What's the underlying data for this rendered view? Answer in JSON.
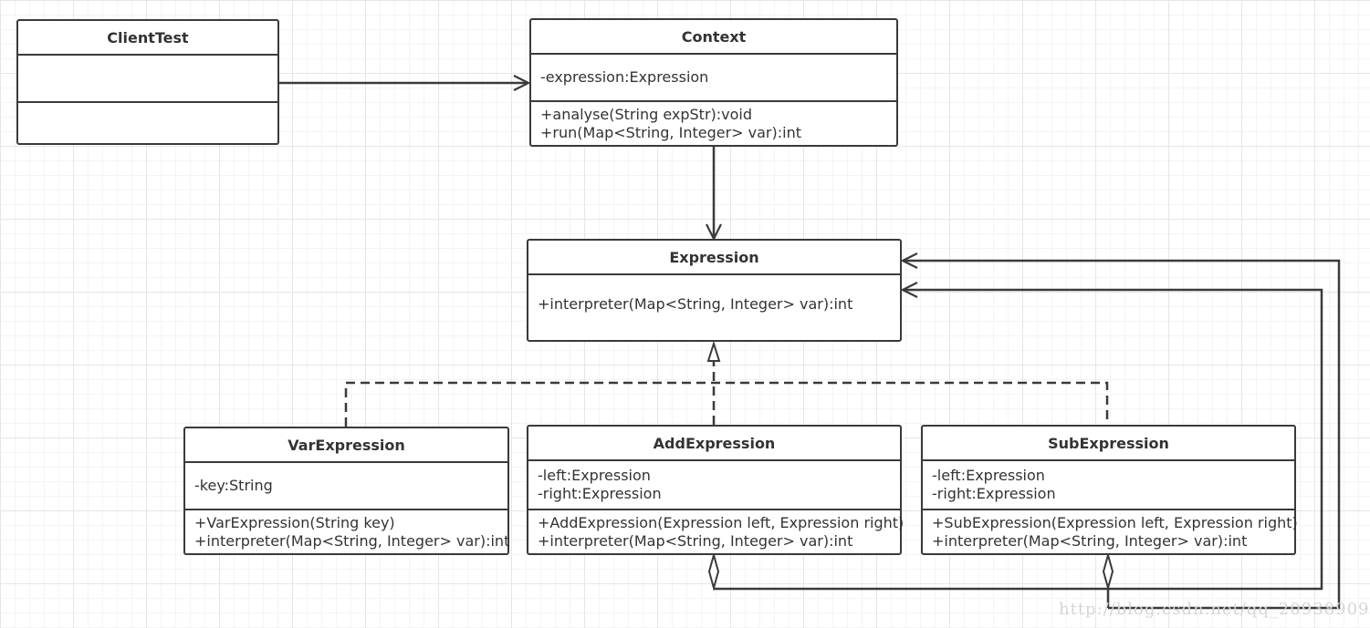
{
  "classes": {
    "client_test": {
      "name": "ClientTest",
      "attributes": [],
      "operations": []
    },
    "context": {
      "name": "Context",
      "attributes": [
        "-expression:Expression"
      ],
      "operations": [
        "+analyse(String expStr):void",
        "+run(Map<String, Integer> var):int"
      ]
    },
    "expression": {
      "name": "Expression",
      "operations": [
        "+interpreter(Map<String, Integer> var):int"
      ]
    },
    "var_expression": {
      "name": "VarExpression",
      "attributes": [
        "-key:String"
      ],
      "operations": [
        "+VarExpression(String key)",
        "+interpreter(Map<String, Integer> var):int"
      ]
    },
    "add_expression": {
      "name": "AddExpression",
      "attributes": [
        "-left:Expression",
        "-right:Expression"
      ],
      "operations": [
        "+AddExpression(Expression left, Expression right)",
        "+interpreter(Map<String, Integer> var):int"
      ]
    },
    "sub_expression": {
      "name": "SubExpression",
      "attributes": [
        "-left:Expression",
        "-right:Expression"
      ],
      "operations": [
        "+SubExpression(Expression left, Expression right)",
        "+interpreter(Map<String, Integer> var):int"
      ]
    }
  },
  "relationships": [
    {
      "from": "ClientTest",
      "to": "Context",
      "type": "association"
    },
    {
      "from": "Context",
      "to": "Expression",
      "type": "association"
    },
    {
      "from": "VarExpression",
      "to": "Expression",
      "type": "realization"
    },
    {
      "from": "AddExpression",
      "to": "Expression",
      "type": "realization"
    },
    {
      "from": "SubExpression",
      "to": "Expression",
      "type": "realization"
    },
    {
      "from": "AddExpression",
      "to": "Expression",
      "type": "aggregation"
    },
    {
      "from": "SubExpression",
      "to": "Expression",
      "type": "aggregation"
    }
  ],
  "watermark": "http://blog.csdn.net/qq_20938909",
  "colors": {
    "stroke": "#3a3a3a",
    "background": "#ffffff",
    "grid": "#e6e6e6"
  }
}
